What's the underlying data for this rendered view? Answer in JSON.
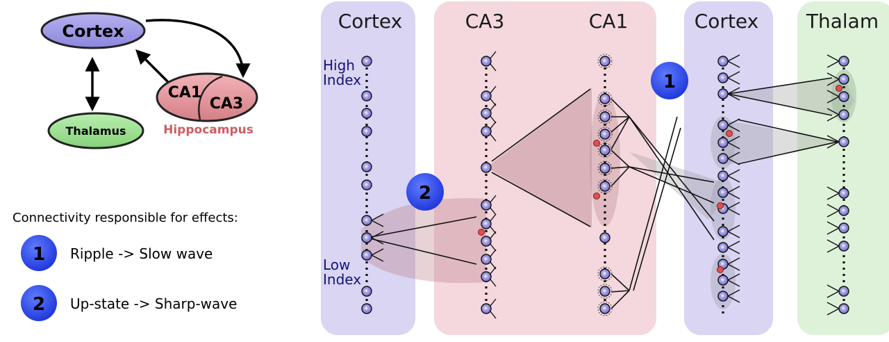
{
  "overview": {
    "cortex_label": "Cortex",
    "thalamus_label": "Thalamus",
    "ca1_label": "CA1",
    "ca3_label": "CA3",
    "hippocampus_label": "Hippocampus"
  },
  "legend": {
    "heading": "Connectivity responsible for effects:",
    "items": [
      {
        "number": "1",
        "text": "Ripple -> Slow wave"
      },
      {
        "number": "2",
        "text": "Up-state -> Sharp-wave"
      }
    ]
  },
  "columns": {
    "cortex_left": "Cortex",
    "ca3": "CA3",
    "ca1": "CA1",
    "cortex_right": "Cortex",
    "thalamus": "Thalam"
  },
  "index_labels": {
    "high_1": "High",
    "high_2": "Index",
    "low_1": "Low",
    "low_2": "Index"
  },
  "markers": {
    "one": "1",
    "two": "2"
  },
  "colors": {
    "cortex_fill": "#d9d5f2",
    "hippocampus_fill": "#f4d8dd",
    "thalamus_fill": "#ddf2d9",
    "neuron_fill": "#8a86d6",
    "marker_blue": "#2f4ff0",
    "hippocampus_text": "#c95f63"
  }
}
